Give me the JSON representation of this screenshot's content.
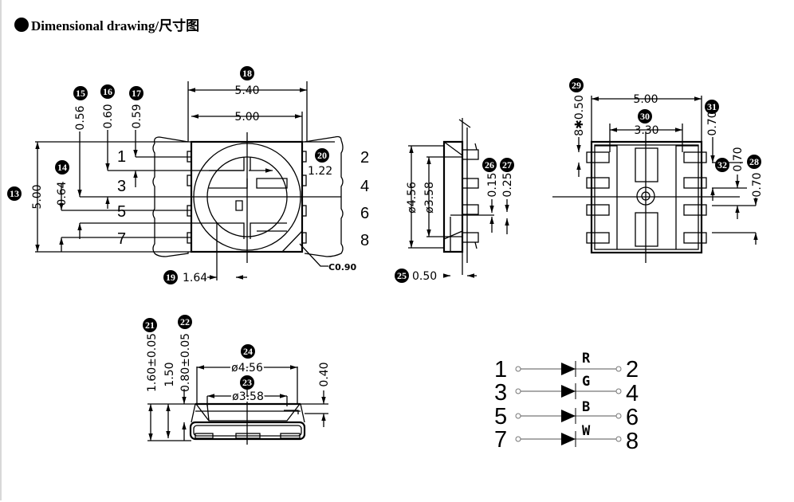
{
  "title": "Dimensional drawing/尺寸图",
  "top_view": {
    "callouts": {
      "c13": "13",
      "c14": "14",
      "c15": "15",
      "c16": "16",
      "c17": "17",
      "c18": "18",
      "c19": "19",
      "c20": "20"
    },
    "dims": {
      "width_outer": "5.40",
      "width_body": "5.00",
      "height_body": "5.00",
      "d14": "0.64",
      "d15": "0.56",
      "d16": "0.60",
      "d17": "0.59",
      "d19": "1.64",
      "d20": "1.22",
      "chamfer": "C0.90"
    },
    "pins_left": [
      "1",
      "3",
      "5",
      "7"
    ],
    "pins_right": [
      "2",
      "4",
      "6",
      "8"
    ]
  },
  "side_view": {
    "callouts": {
      "c25": "25",
      "c26": "26",
      "c27": "27"
    },
    "dims": {
      "outer_dia": "ø4.56",
      "inner_dia": "ø3.58",
      "d25": "0.50",
      "d26": "0.15",
      "d27": "0.25"
    }
  },
  "back_view": {
    "callouts": {
      "c28": "28",
      "c29": "29",
      "c30": "30",
      "c31": "31",
      "c32": "32"
    },
    "dims": {
      "width": "5.00",
      "pitch": "3.30",
      "pad": "8✱0.50",
      "d31": "0.70",
      "d32": "0.70",
      "d28": "0.70"
    }
  },
  "bottom_view": {
    "callouts": {
      "c21": "21",
      "c22": "22",
      "c23": "23",
      "c24": "24"
    },
    "dims": {
      "total_height": "1.60±0.05",
      "h150": "1.50",
      "d22": "0.80±0.05",
      "outer_dia": "ø4.56",
      "inner_dia": "ø3.58",
      "d040": "0.40"
    }
  },
  "schematic": {
    "rows": [
      {
        "anode": "1",
        "cathode": "2",
        "color": "R"
      },
      {
        "anode": "3",
        "cathode": "4",
        "color": "G"
      },
      {
        "anode": "5",
        "cathode": "6",
        "color": "B"
      },
      {
        "anode": "7",
        "cathode": "8",
        "color": "W"
      }
    ]
  }
}
